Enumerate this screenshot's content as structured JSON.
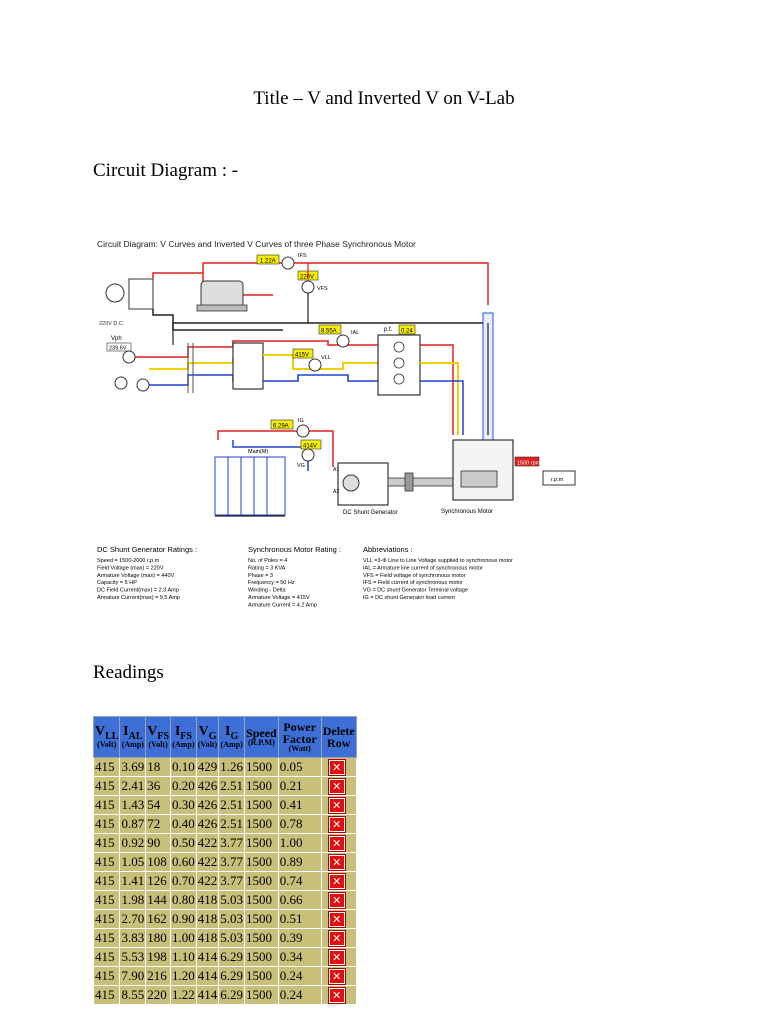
{
  "title": "Title – V and Inverted V on V-Lab",
  "circuit_heading": "Circuit Diagram : -",
  "readings_heading": "Readings",
  "diagram": {
    "caption": "Circuit Diagram:  V Curves and Inverted V Curves of three Phase Synchronous Motor",
    "meter_ifs": "1.22A",
    "meter_vfs": "220V",
    "meter_ial": "8.55A",
    "meter_pf": "0.24",
    "meter_vll": "415V",
    "meter_ig": "6.29A",
    "meter_vg": "414V",
    "meter_rpm": "1500 rpm",
    "label_ifs": "IFS",
    "label_vfs": "VFS",
    "label_ial": "IAL",
    "label_vll": "VLL",
    "label_ig": "IG",
    "label_vg": "VG",
    "label_pf": "p.f.",
    "label_vph": "Vph",
    "vph_value": "239.6V",
    "dc_source": "220V D.C.",
    "load_label": "Main(M)",
    "dc_gen_label": "DC Shunt Generator",
    "sync_label": "Synchronous Motor",
    "rpm_unit": "r.p.m",
    "a1": "A1",
    "a2": "A2",
    "dc_ratings_title": "DC Shunt Generator  Ratings :",
    "dc_ratings": [
      "Speed = 1500-2000 r.p.m",
      "Field Voltage (max) = 220V",
      "Armature Voltage (max) = 440V",
      "Capacity = 5 HP",
      "DC Field Current(max) =  2.3 Amp",
      "Armature Current(max) =  9.5 Amp"
    ],
    "sync_ratings_title": "Synchronous Motor Rating :",
    "sync_ratings": [
      "No. of Poles = 4",
      "Rating = 3 KVA",
      "Phase = 3",
      "Frequency = 50 Hz",
      "Winding - Delta",
      "Armature Voltage = 415V",
      "Armature Current = 4.2 Amp"
    ],
    "abbr_title": "Abbreviations :",
    "abbr": [
      "VLL =3-Φ Line to Line Voltage supplied to synchronous motor",
      "IAL = Armature line current of synchronous motor",
      "VFS = Field voltage of synchronous motor",
      "IFS = Field current of synchronous motor",
      "VG  = DC shunt Generator Terminal voltage",
      "IG  = DC shunt Generator load current"
    ]
  },
  "table": {
    "headers": [
      {
        "sym": "V",
        "sub": "LL",
        "unit": "(Volt)"
      },
      {
        "sym": "I",
        "sub": "AL",
        "unit": "(Amp)"
      },
      {
        "sym": "V",
        "sub": "FS",
        "unit": "(Volt)"
      },
      {
        "sym": "I",
        "sub": "FS",
        "unit": "(Amp)"
      },
      {
        "sym": "V",
        "sub": "G",
        "unit": "(Volt)"
      },
      {
        "sym": "I",
        "sub": "G",
        "unit": "(Amp)"
      },
      {
        "sym": "Speed",
        "sub": "",
        "unit": "(R.P.M)"
      },
      {
        "sym": "Power Factor",
        "sub": "",
        "unit": "(Watt)"
      },
      {
        "sym": "Delete Row",
        "sub": "",
        "unit": ""
      }
    ],
    "rows": [
      [
        "415",
        "3.69",
        "18",
        "0.10",
        "429",
        "1.26",
        "1500",
        "0.05"
      ],
      [
        "415",
        "2.41",
        "36",
        "0.20",
        "426",
        "2.51",
        "1500",
        "0.21"
      ],
      [
        "415",
        "1.43",
        "54",
        "0.30",
        "426",
        "2.51",
        "1500",
        "0.41"
      ],
      [
        "415",
        "0.87",
        "72",
        "0.40",
        "426",
        "2.51",
        "1500",
        "0.78"
      ],
      [
        "415",
        "0.92",
        "90",
        "0.50",
        "422",
        "3.77",
        "1500",
        "1.00"
      ],
      [
        "415",
        "1.05",
        "108",
        "0.60",
        "422",
        "3.77",
        "1500",
        "0.89"
      ],
      [
        "415",
        "1.41",
        "126",
        "0.70",
        "422",
        "3.77",
        "1500",
        "0.74"
      ],
      [
        "415",
        "1.98",
        "144",
        "0.80",
        "418",
        "5.03",
        "1500",
        "0.66"
      ],
      [
        "415",
        "2.70",
        "162",
        "0.90",
        "418",
        "5.03",
        "1500",
        "0.51"
      ],
      [
        "415",
        "3.83",
        "180",
        "1.00",
        "418",
        "5.03",
        "1500",
        "0.39"
      ],
      [
        "415",
        "5.53",
        "198",
        "1.10",
        "414",
        "6.29",
        "1500",
        "0.34"
      ],
      [
        "415",
        "7.90",
        "216",
        "1.20",
        "414",
        "6.29",
        "1500",
        "0.24"
      ],
      [
        "415",
        "8.55",
        "220",
        "1.22",
        "414",
        "6.29",
        "1500",
        "0.24"
      ]
    ],
    "delete_glyph": "✕"
  }
}
